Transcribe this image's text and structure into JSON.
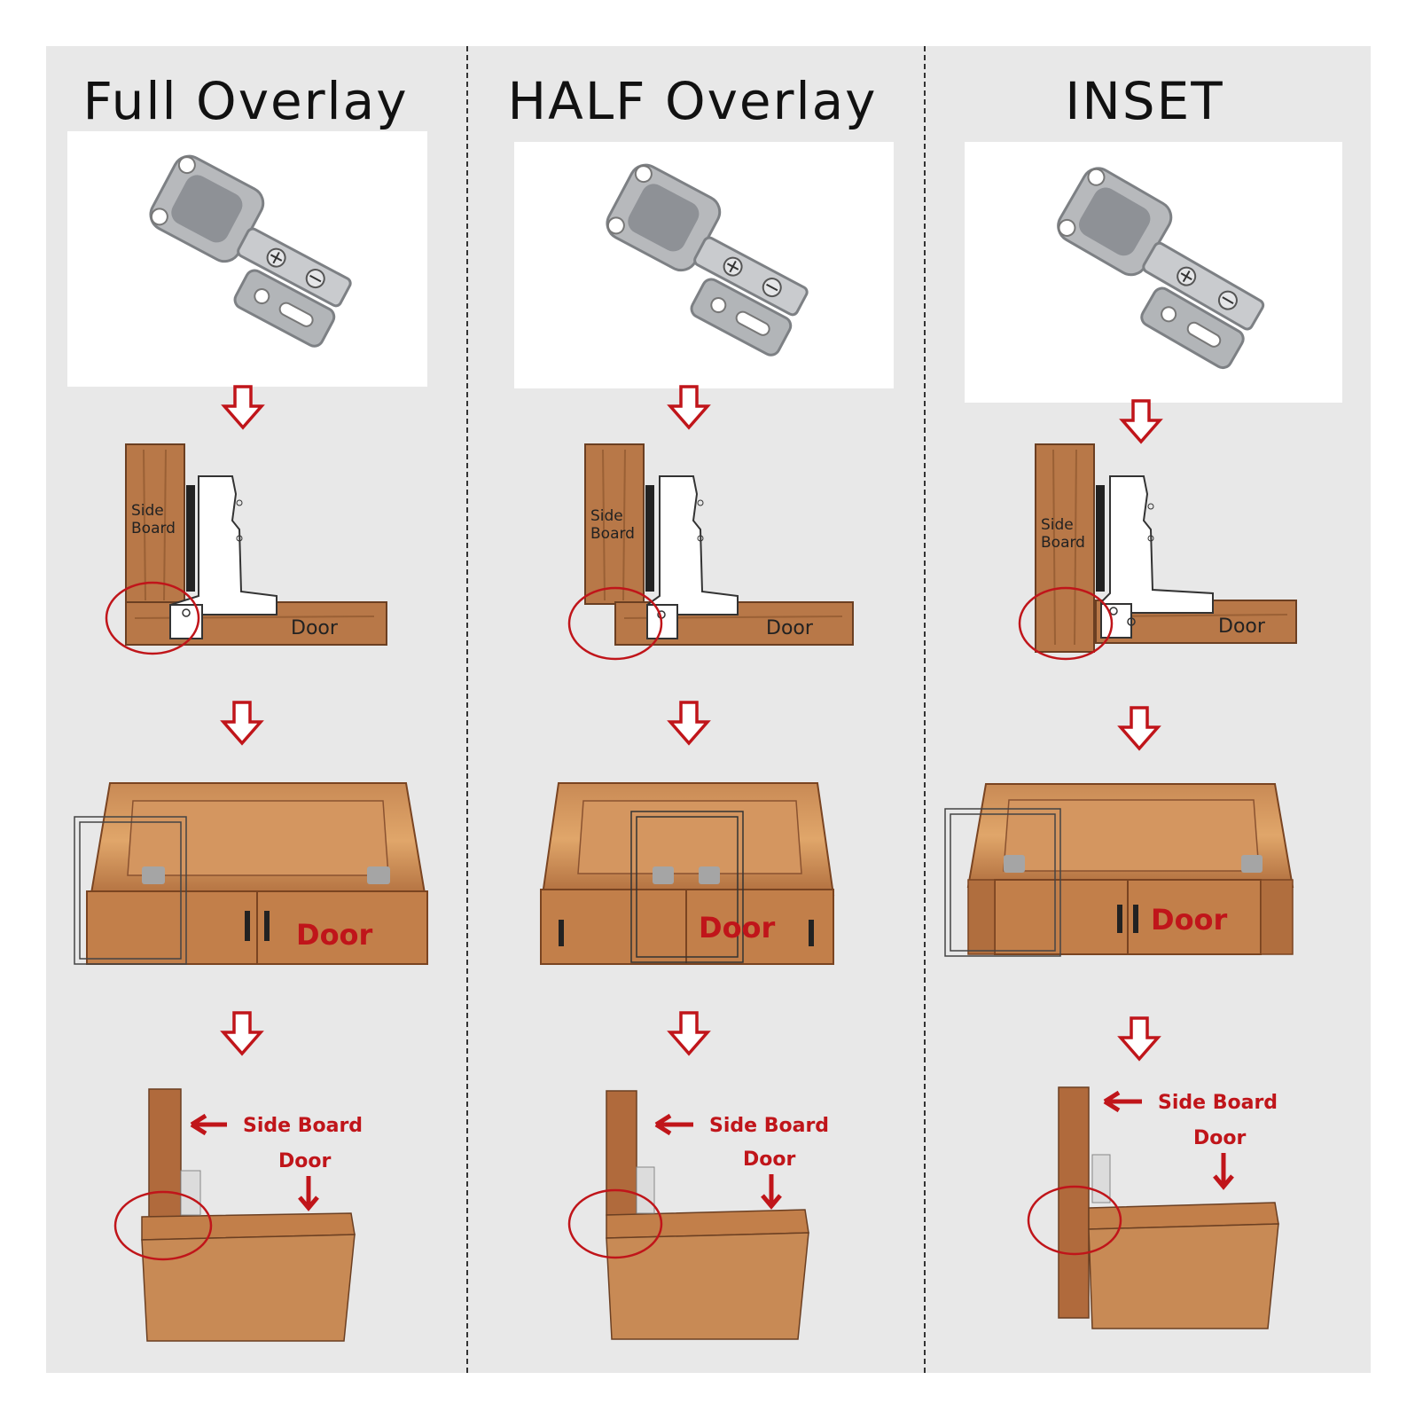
{
  "columns": [
    {
      "id": "full",
      "title": "Full Overlay",
      "diagram": {
        "side_board_line1": "Side",
        "side_board_line2": "Board",
        "door": "Door"
      },
      "cabinet": {
        "door": "Door"
      },
      "corner": {
        "side_board": "Side Board",
        "door": "Door"
      }
    },
    {
      "id": "half",
      "title": "HALF Overlay",
      "diagram": {
        "side_board_line1": "Side",
        "side_board_line2": "Board",
        "door": "Door"
      },
      "cabinet": {
        "door": "Door"
      },
      "corner": {
        "side_board": "Side Board",
        "door": "Door"
      }
    },
    {
      "id": "inset",
      "title": "INSET",
      "diagram": {
        "side_board_line1": "Side",
        "side_board_line2": "Board",
        "door": "Door"
      },
      "cabinet": {
        "door": "Door"
      },
      "corner": {
        "side_board": "Side Board",
        "door": "Door"
      }
    }
  ],
  "colors": {
    "accent_red": "#c0151a",
    "wood": "#b87848",
    "wood_dark": "#8a5230",
    "panel": "#e8e8e8"
  }
}
